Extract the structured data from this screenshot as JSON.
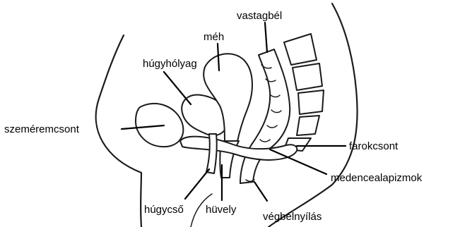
{
  "labels": {
    "rectum": "vastagbél",
    "uterus": "méh",
    "bladder": "húgyhólyag",
    "pubic_bone": "szeméremcsont",
    "coccyx": "farokcsont",
    "pelvic_floor": "medencealapizmok",
    "urethra": "húgycső",
    "vagina": "hüvely",
    "anus": "végbélnyílás"
  }
}
